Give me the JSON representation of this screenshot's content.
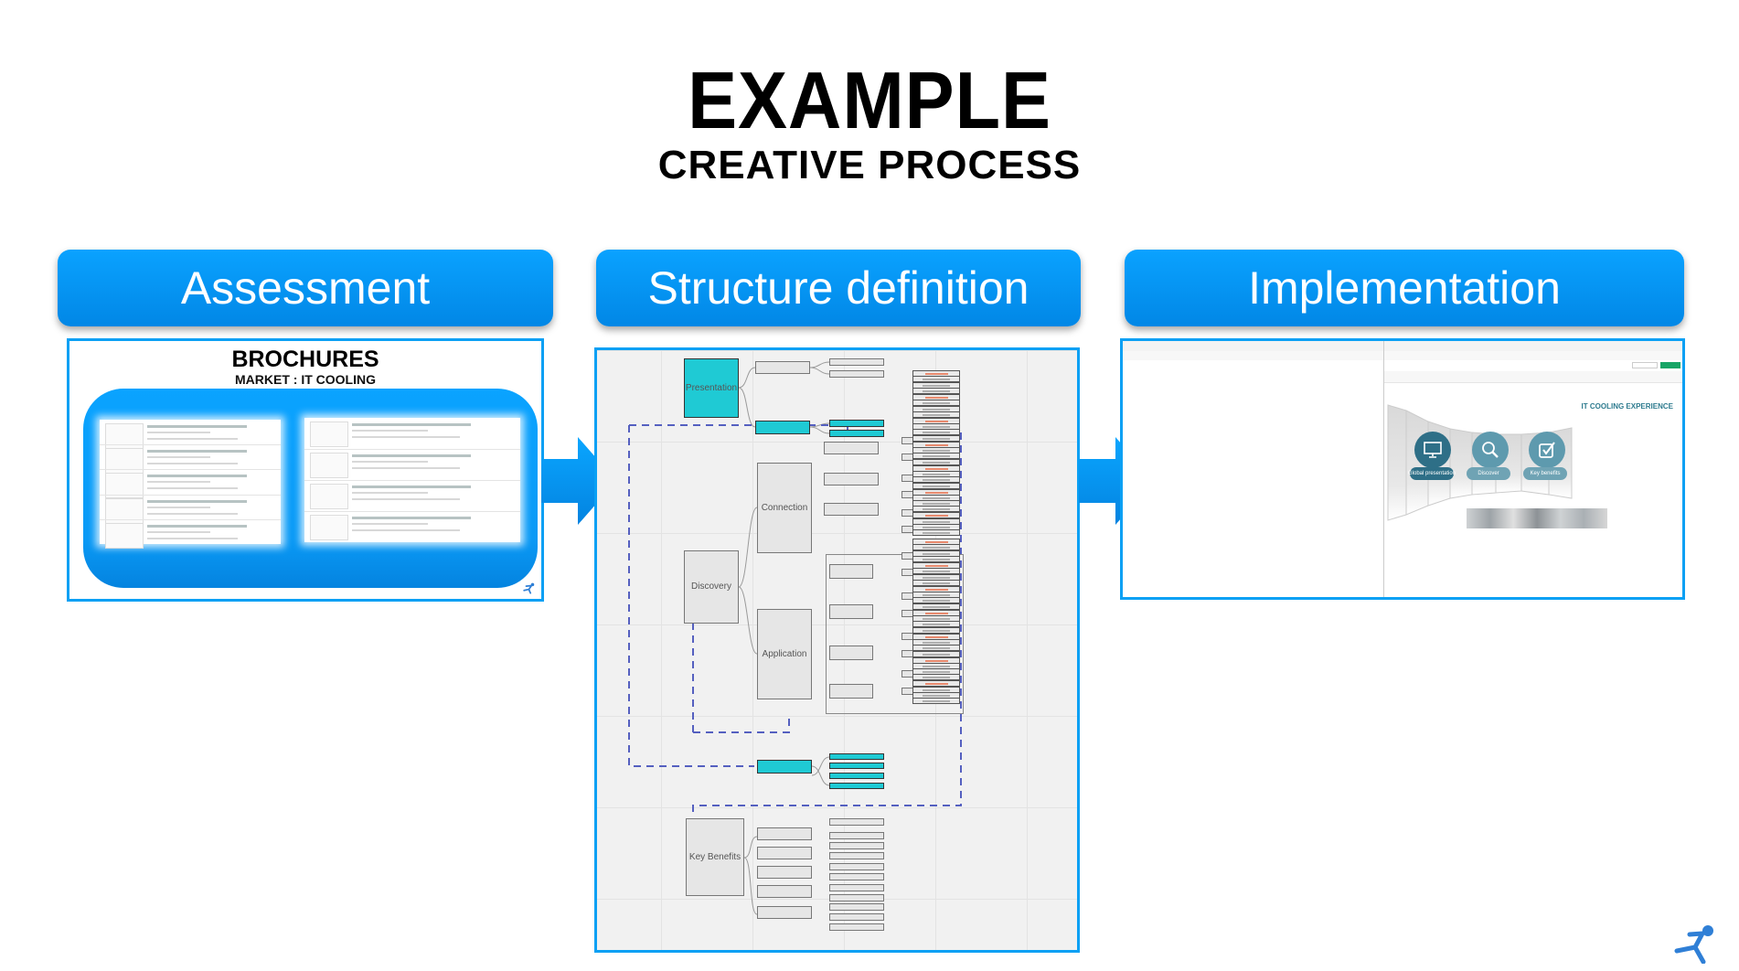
{
  "header": {
    "title": "EXAMPLE",
    "subtitle": "CREATIVE PROCESS"
  },
  "colors": {
    "accent_blue": "#0a9ff5",
    "teal_node": "#1fcad4",
    "dashed_link": "#5560c0",
    "app_teal": "#2e6f87",
    "logo_blue": "#2f7fd6"
  },
  "stages": [
    {
      "label": "Assessment"
    },
    {
      "label": "Structure definition"
    },
    {
      "label": "Implementation"
    }
  ],
  "assessment": {
    "title": "BROCHURES",
    "subtitle": "MARKET : IT COOLING",
    "brochure_lists": [
      {
        "rows": 5
      },
      {
        "rows": 4
      }
    ]
  },
  "structure": {
    "nodes": {
      "presentation": "Presentation",
      "discovery": "Discovery",
      "connection": "Connection",
      "application": "Application",
      "key_benefits": "Key Benefits"
    }
  },
  "implementation": {
    "hero_title": "IT COOLING EXPERIENCE",
    "buttons": [
      {
        "label": "Global presentation",
        "icon": "monitor-icon"
      },
      {
        "label": "Discover",
        "icon": "magnifier-icon"
      },
      {
        "label": "Key benefits",
        "icon": "checkbox-icon"
      }
    ]
  }
}
